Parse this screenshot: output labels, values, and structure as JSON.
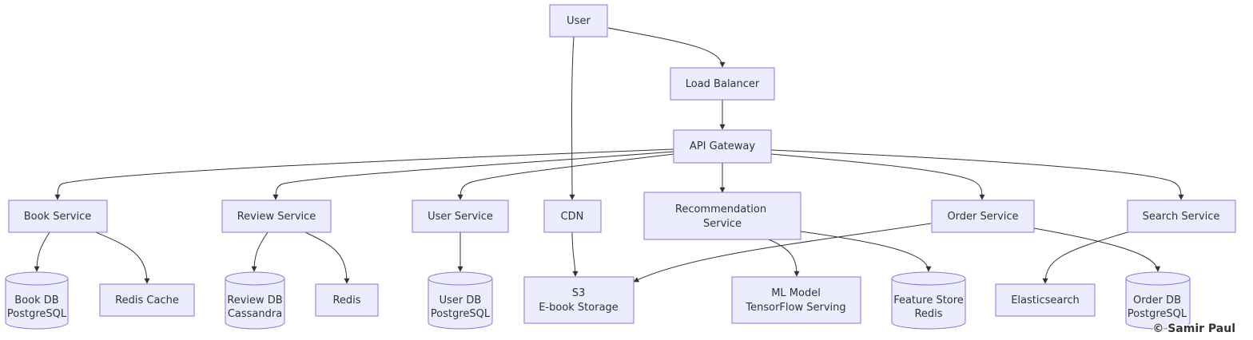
{
  "nodes": {
    "user": {
      "lines": [
        "User"
      ]
    },
    "lb": {
      "lines": [
        "Load Balancer"
      ]
    },
    "gw": {
      "lines": [
        "API Gateway"
      ]
    },
    "book_svc": {
      "lines": [
        "Book Service"
      ]
    },
    "review_svc": {
      "lines": [
        "Review Service"
      ]
    },
    "user_svc": {
      "lines": [
        "User Service"
      ]
    },
    "cdn": {
      "lines": [
        "CDN"
      ]
    },
    "rec_svc": {
      "lines": [
        "Recommendation",
        "Service"
      ]
    },
    "order_svc": {
      "lines": [
        "Order Service"
      ]
    },
    "search_svc": {
      "lines": [
        "Search Service"
      ]
    },
    "book_db": {
      "lines": [
        "Book DB",
        "PostgreSQL"
      ]
    },
    "redis_cache": {
      "lines": [
        "Redis Cache"
      ]
    },
    "review_db": {
      "lines": [
        "Review DB",
        "Cassandra"
      ]
    },
    "redis": {
      "lines": [
        "Redis"
      ]
    },
    "user_db": {
      "lines": [
        "User DB",
        "PostgreSQL"
      ]
    },
    "s3": {
      "lines": [
        "S3",
        "E-book Storage"
      ]
    },
    "ml": {
      "lines": [
        "ML Model",
        "TensorFlow Serving"
      ]
    },
    "feature_store": {
      "lines": [
        "Feature Store",
        "Redis"
      ]
    },
    "es": {
      "lines": [
        "Elasticsearch"
      ]
    },
    "order_db": {
      "lines": [
        "Order DB",
        "PostgreSQL"
      ]
    }
  },
  "watermark": "© Samir Paul"
}
